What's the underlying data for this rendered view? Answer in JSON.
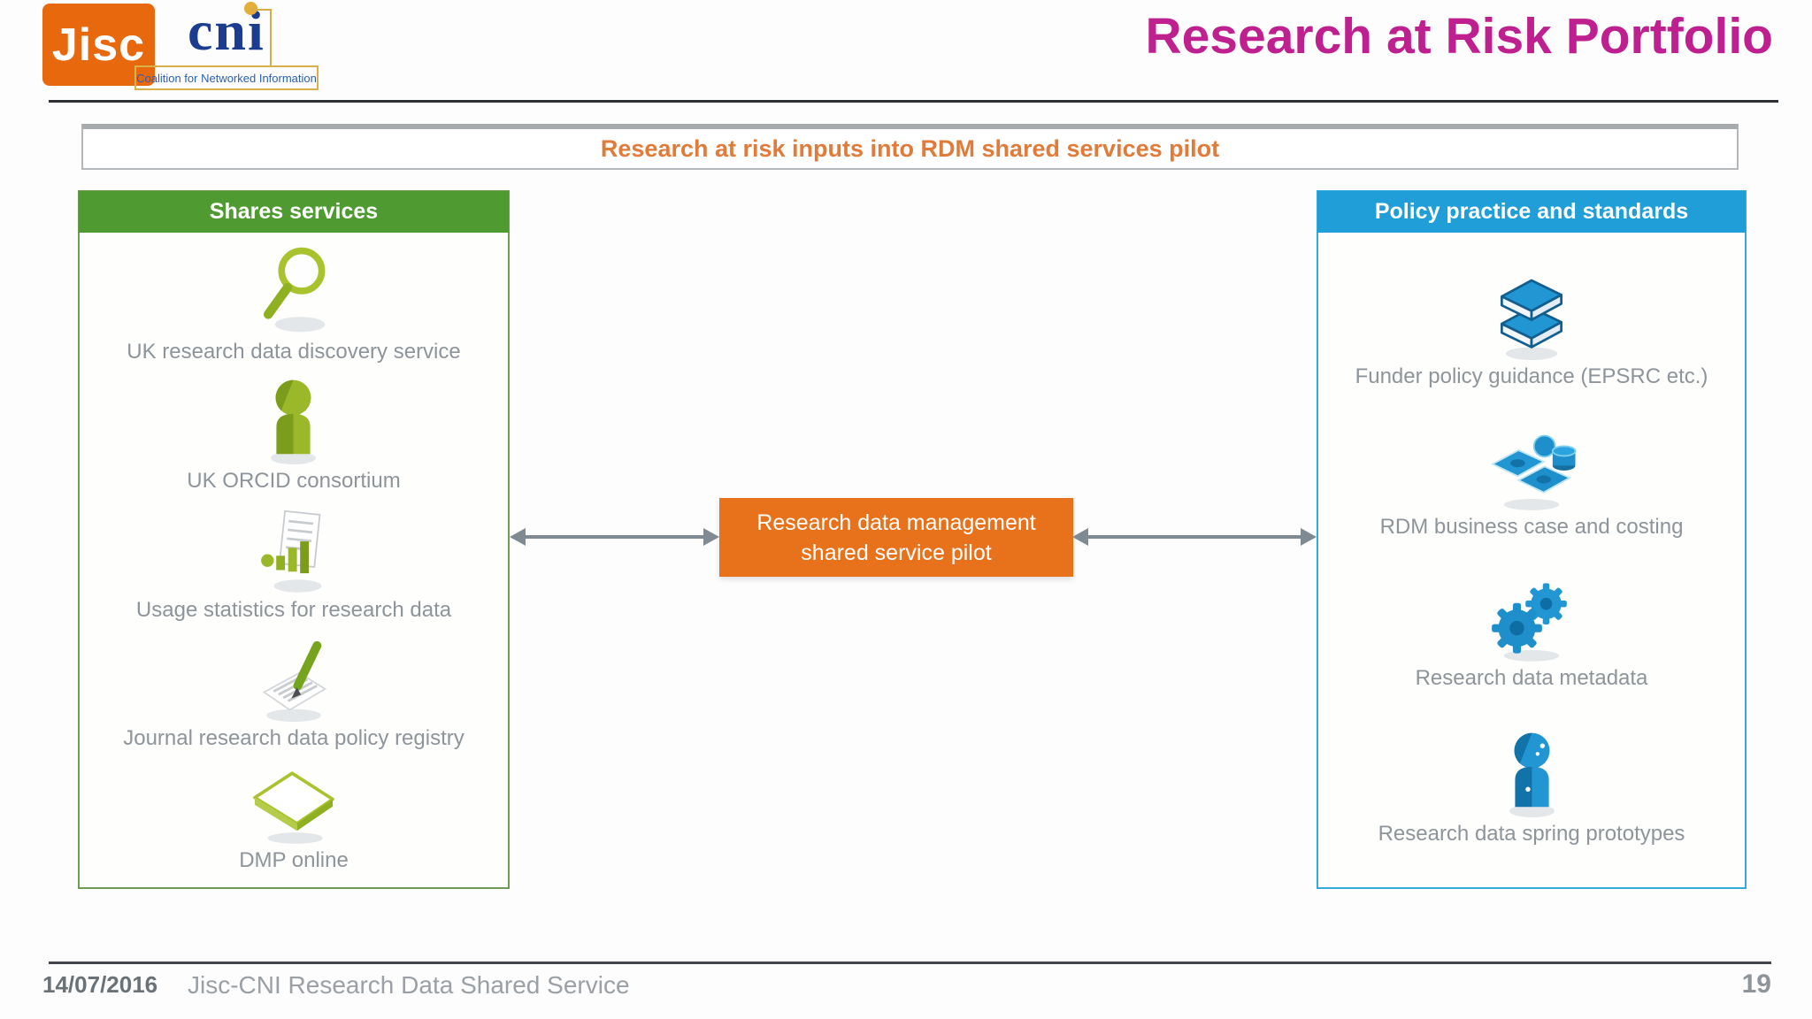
{
  "logos": {
    "jisc_text": "Jisc",
    "cni_text": "cni",
    "cni_caption": "Coalition for Networked Information"
  },
  "header": {
    "title": "Research at Risk Portfolio"
  },
  "banner": {
    "text": "Research at risk inputs into RDM shared services pilot"
  },
  "diagram": {
    "left_panel": {
      "header": "Shares services",
      "items": [
        {
          "icon": "magnifying-glass-icon",
          "label": "UK research data discovery service"
        },
        {
          "icon": "person-icon",
          "label": "UK ORCID consortium"
        },
        {
          "icon": "document-bar-chart-icon",
          "label": "Usage statistics for research data"
        },
        {
          "icon": "pen-and-paper-icon",
          "label": "Journal research data policy registry"
        },
        {
          "icon": "tablet-icon",
          "label": "DMP online"
        }
      ]
    },
    "center_box": {
      "line1": "Research data management",
      "line2": "shared service pilot"
    },
    "right_panel": {
      "header": "Policy practice and standards",
      "items": [
        {
          "icon": "books-icon",
          "label": "Funder policy guidance (EPSRC etc.)"
        },
        {
          "icon": "money-icon",
          "label": "RDM business case and costing"
        },
        {
          "icon": "gears-icon",
          "label": "Research data metadata"
        },
        {
          "icon": "person-icon",
          "label": "Research data spring prototypes"
        }
      ]
    }
  },
  "footer": {
    "date": "14/07/2016",
    "label": "Jisc-CNI Research Data Shared Service",
    "page_number": "19"
  },
  "colors": {
    "jisc_orange": "#e8680e",
    "title_magenta": "#bf2090",
    "banner_text_orange": "#e07b3a",
    "panel_green": "#4f9a31",
    "panel_blue": "#209ed7",
    "center_box_orange": "#e8721c",
    "arrow_gray": "#7f8a92",
    "label_gray": "#8d949a",
    "cni_blue": "#1c3d8f",
    "cni_gold": "#d9ad45"
  }
}
